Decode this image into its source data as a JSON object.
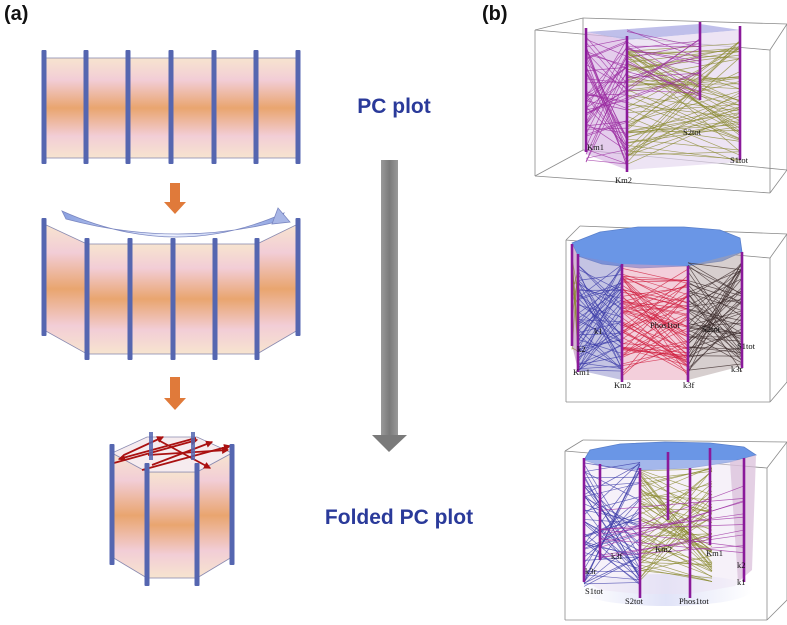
{
  "panel_a": {
    "label": "(a)",
    "title_top": "PC plot",
    "title_bottom": "Folded PC plot"
  },
  "panel_b": {
    "label": "(b)",
    "plot1": {
      "axis_labels": [
        "Km1",
        "Km2",
        "S2tot",
        "S1tot"
      ]
    },
    "plot2": {
      "axis_labels": [
        "Phos1tot",
        "k2",
        "Km1",
        "Km2",
        "k3f",
        "k3r",
        "S1tot",
        "k1",
        "S2tot"
      ]
    },
    "plot3": {
      "axis_labels": [
        "k3r",
        "S1tot",
        "k3f",
        "Km2",
        "Km1",
        "S2tot",
        "Phos1tot",
        "k2",
        "k1"
      ]
    }
  },
  "colors": {
    "axis_bar": "#5566b0",
    "panel_fill_edge": "#f6e2ca",
    "panel_fill_mid": "#e9a872",
    "panel_fill_pink": "#f3d8de",
    "arrow_orange": "#e07a3a",
    "arrow_gray": "#8a8a8a",
    "line_red": "#aa1111",
    "title_blue": "#2a3a9a",
    "top_blue": "#6a96e6",
    "poly_magenta": "#9a2aa0",
    "poly_olive": "#8a8a30",
    "poly_blue": "#3a3aa8",
    "poly_red": "#d02040",
    "poly_dark": "#3a2a2a"
  }
}
